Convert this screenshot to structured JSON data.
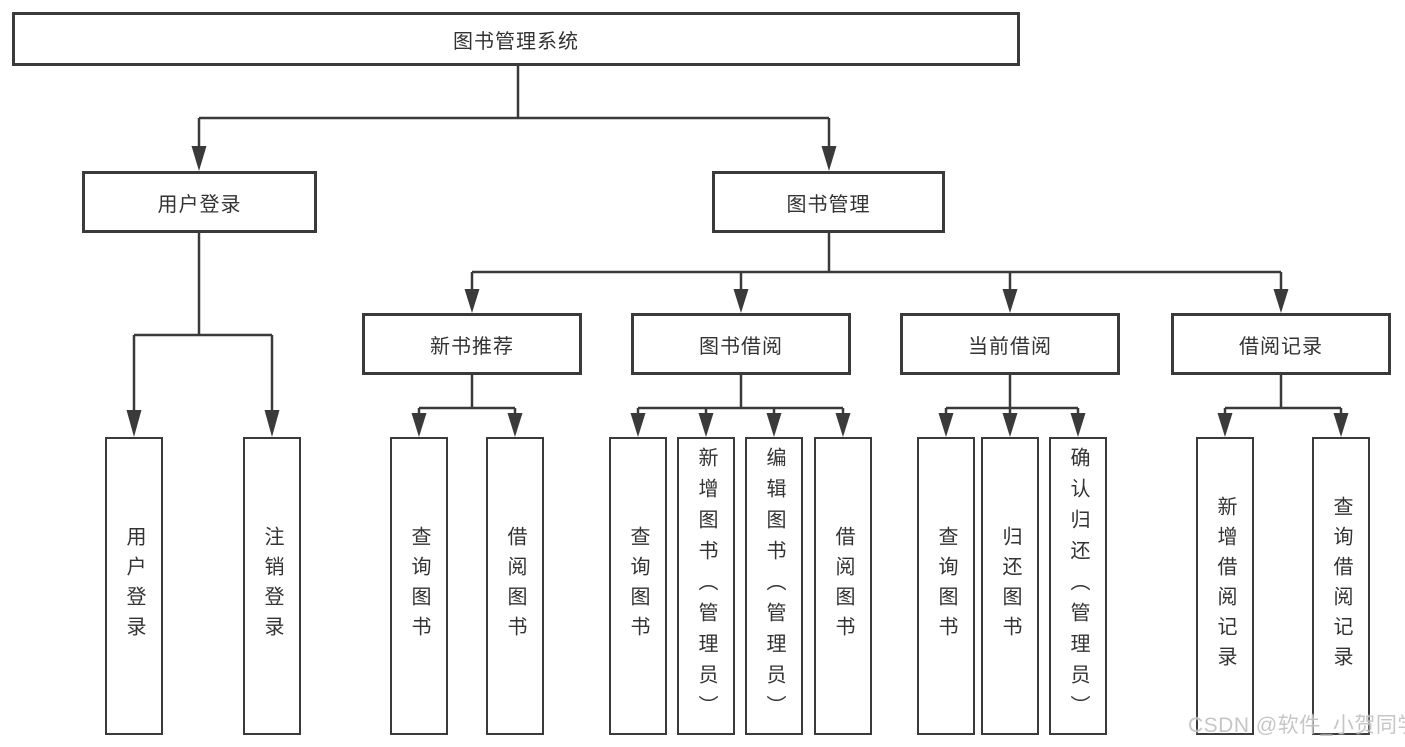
{
  "diagram": {
    "type": "tree-structure-chart",
    "nodes": {
      "root": "图书管理系统",
      "user_login": "用户登录",
      "book_mgmt": "图书管理",
      "new_book_rec": "新书推荐",
      "book_borrow": "图书借阅",
      "current_borrow": "当前借阅",
      "borrow_records": "借阅记录",
      "leaf_user_login": "用户登录",
      "leaf_logout": "注销登录",
      "leaf_query_books_a": "查询图书",
      "leaf_borrow_books_a": "借阅图书",
      "leaf_query_books_b": "查询图书",
      "leaf_add_books": "新增图书（管理员）",
      "leaf_edit_books": "编辑图书（管理员）",
      "leaf_borrow_books_b": "借阅图书",
      "leaf_query_books_c": "查询图书",
      "leaf_return_books": "归还图书",
      "leaf_confirm_return": "确认归还（管理员）",
      "leaf_add_record": "新增借阅记录",
      "leaf_query_record": "查询借阅记录"
    },
    "hierarchy": {
      "图书管理系统": [
        "用户登录",
        "图书管理"
      ],
      "用户登录": [
        "用户登录",
        "注销登录"
      ],
      "图书管理": [
        "新书推荐",
        "图书借阅",
        "当前借阅",
        "借阅记录"
      ],
      "新书推荐": [
        "查询图书",
        "借阅图书"
      ],
      "图书借阅": [
        "查询图书",
        "新增图书（管理员）",
        "编辑图书（管理员）",
        "借阅图书"
      ],
      "当前借阅": [
        "查询图书",
        "归还图书",
        "确认归还（管理员）"
      ],
      "借阅记录": [
        "新增借阅记录",
        "查询借阅记录"
      ]
    },
    "colors": {
      "line": "#3a3a3a",
      "box_border": "#3a3a3a",
      "box_fill": "#ffffff",
      "text": "#333333",
      "background": "#ffffff",
      "watermark": "#c3c3c3"
    }
  },
  "watermark": "CSDN @软件_小贺同学"
}
